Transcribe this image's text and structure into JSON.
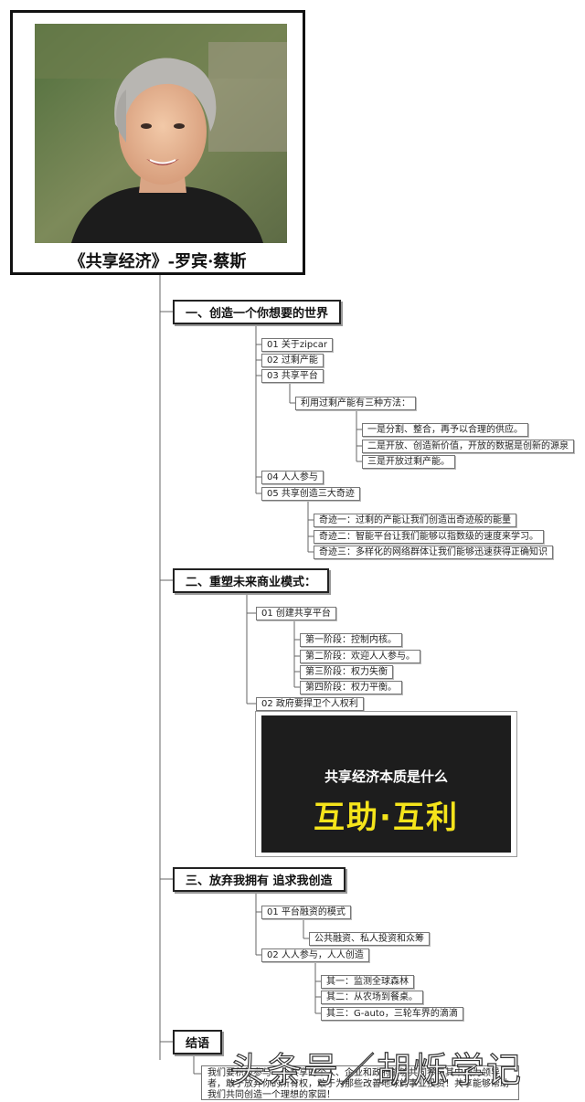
{
  "cover": {
    "title": "《共享经济》-罗宾·蔡斯"
  },
  "sections": {
    "s1": "一、创造一个你想要的世界",
    "s2": "二、重塑未来商业模式：",
    "s3": "三、放弃我拥有 追求我创造",
    "s4": "结语"
  },
  "s1_items": {
    "i1": "01 关于zipcar",
    "i2": "02 过剩产能",
    "i3": "03 共享平台",
    "i3_sub": "利用过剩产能有三种方法：",
    "i3_methods": [
      "一是分割、整合，再予以合理的供应。",
      "二是开放、创造新价值，开放的数据是创新的源泉",
      "三是开放过剩产能。"
    ],
    "i4": "04 人人参与",
    "i5": "05 共享创造三大奇迹",
    "i5_miracles": [
      "奇迹一：过剩的产能让我们创造出奇迹般的能量",
      "奇迹二：智能平台让我们能够以指数级的速度来学习。",
      "奇迹三：多样化的网络群体让我们能够迅速获得正确知识"
    ]
  },
  "s2_items": {
    "i1": "01 创建共享平台",
    "stages": [
      "第一阶段：控制内核。",
      "第二阶段：欢迎人人参与。",
      "第三阶段：权力失衡",
      "第四阶段：权力平衡。"
    ],
    "i2": "02  政府要捍卫个人权利",
    "promo_sub": "共享经济本质是什么",
    "promo_main": "互助·互利"
  },
  "s3_items": {
    "i1": "01 平台融资的模式",
    "i1_sub": "公共融资、私人投资和众筹",
    "i2": "02 人人参与，人人创造",
    "examples": [
      "其一：监测全球森林",
      "其二：从农场到餐桌。",
      "其三：G-auto，三轮车界的滴滴"
    ]
  },
  "closing": {
    "text": "我们要积极参与一个共享的个人、企业和政府能够共同参与其中成为领导者，敢于放弃你的所有权，敢于为那些改善地球的事业投资！共享能够帮助我们共同创造一个理想的家园！"
  },
  "watermark": "头条号／胡烁学记",
  "colors": {
    "line": "#555555",
    "promo_bg": "#1d1d1d",
    "promo_accent": "#f5e41b"
  }
}
